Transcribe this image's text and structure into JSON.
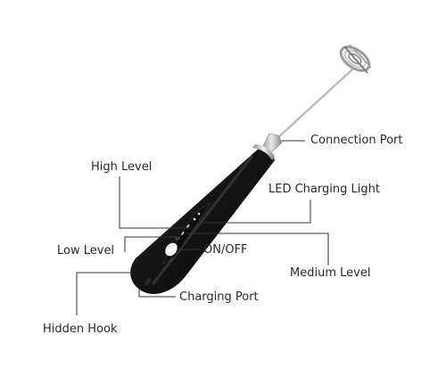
{
  "labels": {
    "connection_port": "Connection Port",
    "high_level": "High Level",
    "led_charging_light": "LED Charging Light",
    "low_level": "Low Level",
    "on_off": "ON/OFF",
    "medium_level": "Medium Level",
    "charging_port": "Charging Port",
    "hidden_hook": "Hidden Hook"
  },
  "colors": {
    "body": "#1b1b1b",
    "steel": "#b9b9b9",
    "leader_line": "#333333",
    "text": "#2a2a2a"
  }
}
